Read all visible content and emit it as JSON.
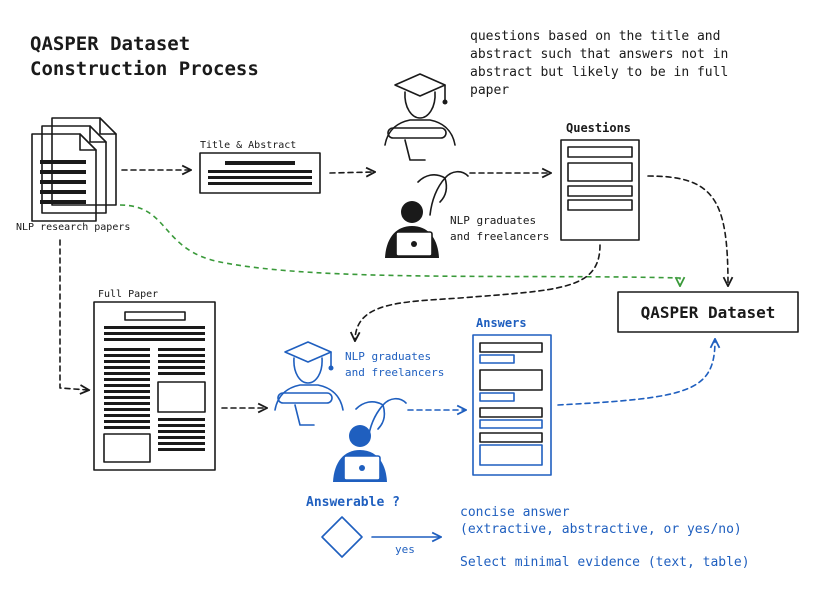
{
  "title": {
    "line1": "QASPER Dataset",
    "line2": "Construction Process"
  },
  "instructions": {
    "line1": "questions based on the title and",
    "line2": "abstract such that answers not in",
    "line3": "abstract but likely to be in full",
    "line4": "paper"
  },
  "labels": {
    "papers": "NLP research papers",
    "title_abstract": "Title & Abstract",
    "questions": "Questions",
    "annotators_top_1": "NLP graduates",
    "annotators_top_2": "and freelancers",
    "annotators_bottom_1": "NLP graduates",
    "annotators_bottom_2": "and freelancers",
    "full_paper": "Full Paper",
    "answers": "Answers",
    "dataset": "QASPER Dataset",
    "answerable": "Answerable ?",
    "yes": "yes",
    "concise_1": "concise answer",
    "concise_2": "(extractive, abstractive, or yes/no)",
    "evidence": "Select minimal evidence (text, table)"
  },
  "colors": {
    "ink": "#1a1a1a",
    "blue": "#1f5fbf",
    "green": "#3a9a3a"
  }
}
